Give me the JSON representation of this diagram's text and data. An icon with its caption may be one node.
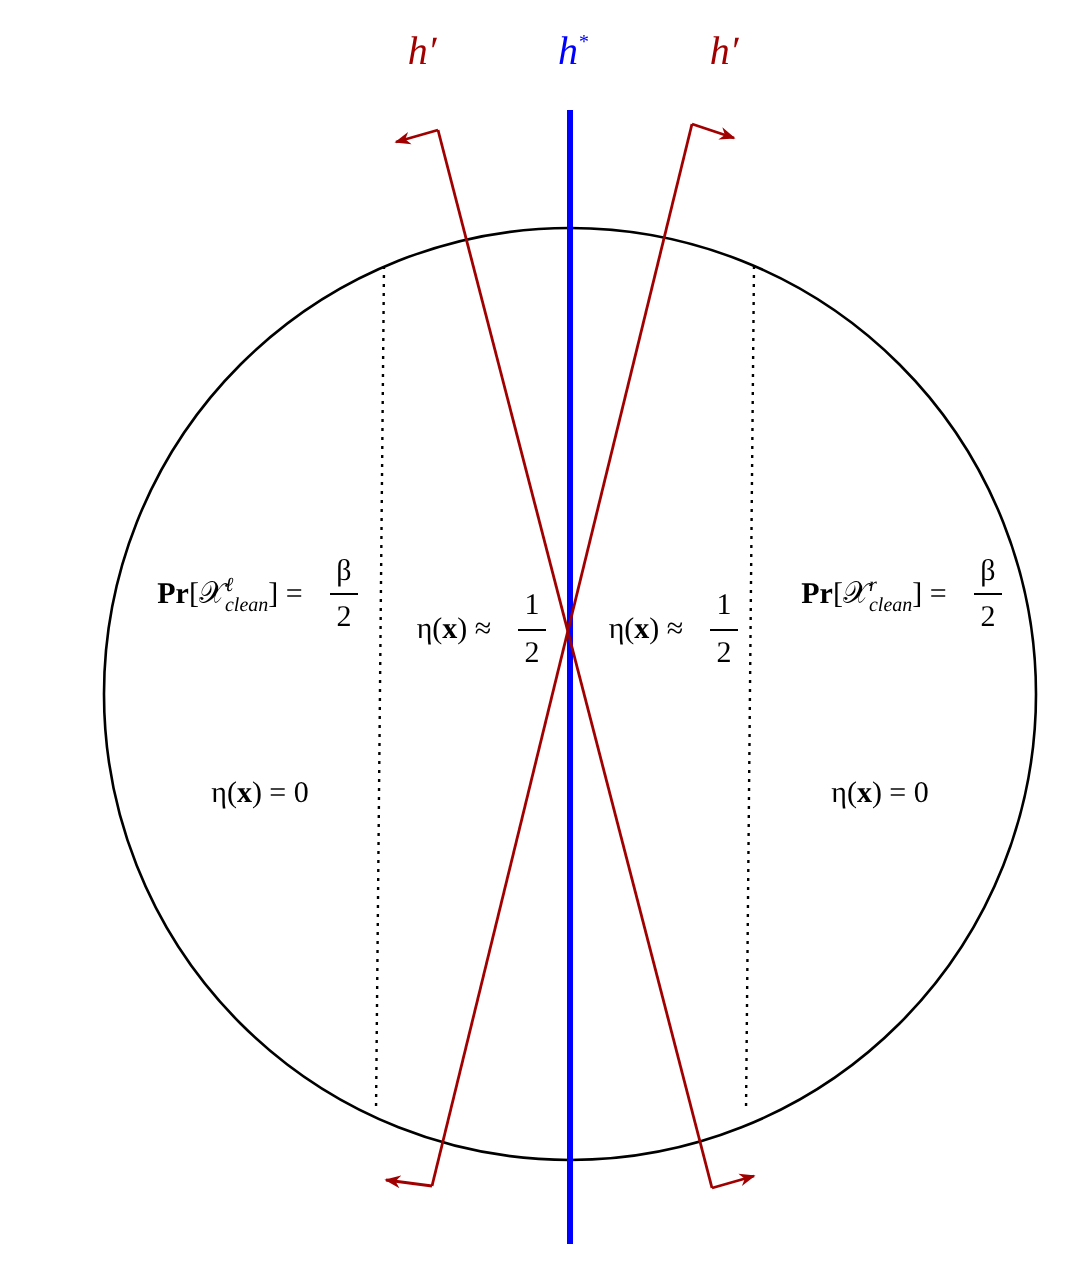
{
  "diagram": {
    "labels": [
      "h′",
      "h$^{*}$",
      "h′",
      "**Pr**[𝒳$^{ℓ}$$_{clean}$] =",
      "β",
      "2",
      "η(**x**) ≈",
      "1",
      "2",
      "η(**x**) ≈",
      "1",
      "2",
      "**Pr**[𝒳$^{r}$$_{clean}$] =",
      "β",
      "2",
      "η(**x**) = 0",
      "η(**x**) = 0"
    ]
  }
}
